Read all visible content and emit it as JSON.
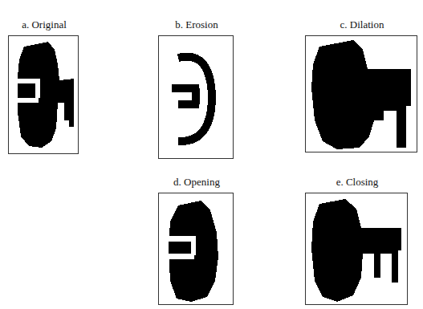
{
  "diagram": {
    "nodes": [
      {
        "text": [
          "a. Original"
        ]
      },
      {
        "text": [
          "b. Erosion"
        ]
      },
      {
        "text": [
          "c. Dilation"
        ]
      },
      {
        "text": [
          "d. Opening"
        ]
      },
      {
        "text": [
          "e. Closing"
        ]
      }
    ]
  }
}
